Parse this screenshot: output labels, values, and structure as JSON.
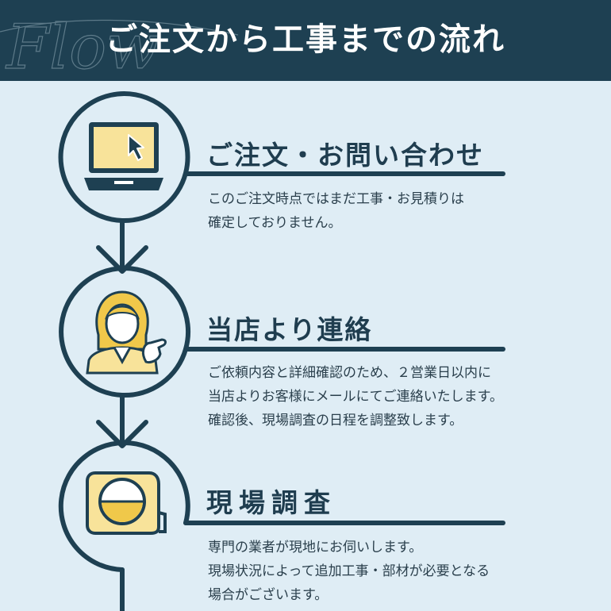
{
  "header": {
    "title": "ご注文から工事までの流れ",
    "watermark": "Flow"
  },
  "steps": [
    {
      "title": "ご注文・お問い合わせ",
      "description": [
        "このご注文時点ではまだ工事・お見積りは",
        "確定しておりません。"
      ],
      "icon": "laptop-cursor-icon"
    },
    {
      "title": "当店より連絡",
      "description": [
        "ご依頼内容と詳細確認のため、２営業日以内に",
        "当店よりお客様にメールにてご連絡いたします。",
        "確認後、現場調査の日程を調整致します。"
      ],
      "icon": "operator-woman-icon"
    },
    {
      "title": "現場調査",
      "description": [
        "専門の業者が現地にお伺いします。",
        "現場状況によって追加工事・部材が必要となる",
        "場合がございます。"
      ],
      "icon": "tape-measure-icon"
    }
  ],
  "colors": {
    "header_bg": "#1e4052",
    "page_bg": "#dfedf5",
    "line": "#1e4052",
    "accent_yellow": "#f8e39a",
    "text": "#1f3d4f"
  }
}
